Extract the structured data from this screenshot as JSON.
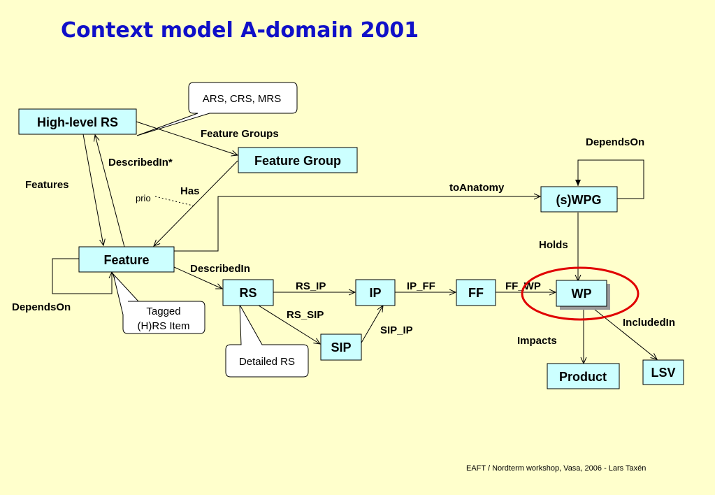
{
  "title": "Context model A-domain 2001",
  "nodes": {
    "high_level_rs": "High-level RS",
    "feature_group": "Feature Group",
    "swpg": "(s)WPG",
    "feature": "Feature",
    "rs": "RS",
    "ip": "IP",
    "ff": "FF",
    "wp": "WP",
    "sip": "SIP",
    "product": "Product",
    "lsv": "LSV"
  },
  "edge_labels": {
    "feature_groups": "Feature Groups",
    "described_in_star": "DescribedIn*",
    "features": "Features",
    "has": "Has",
    "prio": "prio",
    "to_anatomy": "toAnatomy",
    "depends_on_top": "DependsOn",
    "holds": "Holds",
    "described_in": "DescribedIn",
    "rs_ip": "RS_IP",
    "ip_ff": "IP_FF",
    "ff_wp": "FF_WP",
    "rs_sip": "RS_SIP",
    "sip_ip": "SIP_IP",
    "included_in": "IncludedIn",
    "impacts": "Impacts",
    "depends_on_left": "DependsOn"
  },
  "callouts": {
    "ars": "ARS, CRS, MRS",
    "tagged_line1": "Tagged",
    "tagged_line2": "(H)RS Item",
    "detailed": "Detailed RS"
  },
  "footer": "EAFT / Nordterm workshop, Vasa, 2006 - Lars Taxén",
  "colors": {
    "background": "#ffffcc",
    "title": "#1010c8",
    "node_fill": "#ccffff",
    "highlight": "#e00000"
  }
}
